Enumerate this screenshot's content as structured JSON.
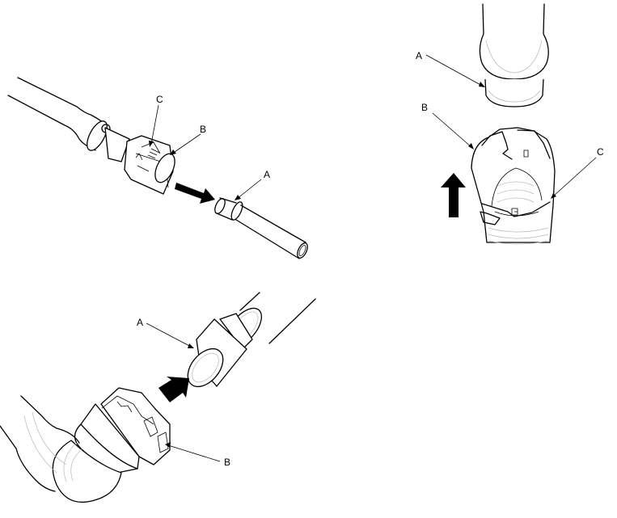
{
  "diagram": {
    "type": "technical-illustration",
    "subject": "fuel/hose quick-connect fitting disconnection and connection",
    "panels": [
      {
        "id": "top-left",
        "description": "Quick connector being pulled off pipe (arrow pointing away)",
        "labels": [
          {
            "key": "C",
            "text": "C"
          },
          {
            "key": "B",
            "text": "B"
          },
          {
            "key": "A",
            "text": "A"
          }
        ]
      },
      {
        "id": "top-right",
        "description": "Connector end view with retainer, pipe above (arrow pointing up)",
        "labels": [
          {
            "key": "A",
            "text": "A"
          },
          {
            "key": "B",
            "text": "B"
          },
          {
            "key": "C",
            "text": "C"
          }
        ]
      },
      {
        "id": "bottom-left",
        "description": "Elbow connector pushed onto pipe (arrow pointing toward pipe)",
        "labels": [
          {
            "key": "A",
            "text": "A"
          },
          {
            "key": "B",
            "text": "B"
          }
        ]
      }
    ]
  },
  "colors": {
    "line": "#000000",
    "background": "#ffffff",
    "shade": "#b8b8b8"
  }
}
